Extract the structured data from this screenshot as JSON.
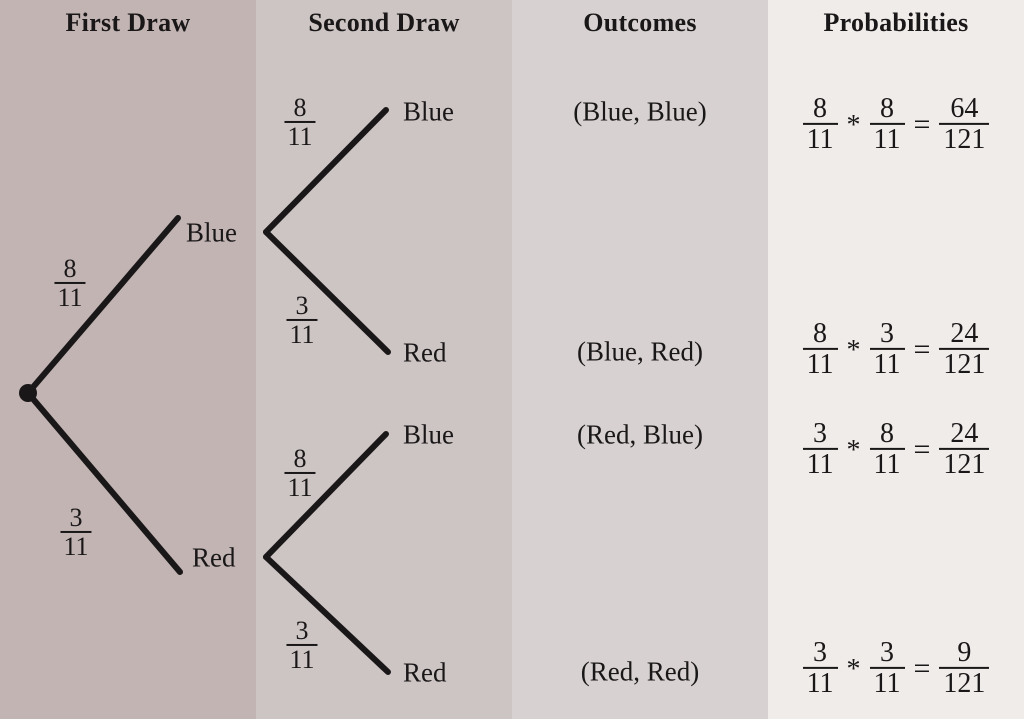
{
  "title": "Probability tree diagram for two draws with replacement",
  "columns": [
    {
      "key": "first-draw",
      "header": "First Draw",
      "background": "#c1b4b3"
    },
    {
      "key": "second-draw",
      "header": "Second Draw",
      "background": "#cdc5c4"
    },
    {
      "key": "outcomes",
      "header": "Outcomes",
      "background": "#d7d2d1"
    },
    {
      "key": "probabilities",
      "header": "Probabilities",
      "background": "#efecea"
    }
  ],
  "tree": {
    "root_label": "",
    "first_draw": {
      "branches": [
        {
          "label": "Blue",
          "probability": {
            "numerator": "8",
            "denominator": "11"
          }
        },
        {
          "label": "Red",
          "probability": {
            "numerator": "3",
            "denominator": "11"
          }
        }
      ]
    },
    "second_draw": {
      "branches": [
        {
          "label": "Blue",
          "probability": {
            "numerator": "8",
            "denominator": "11"
          }
        },
        {
          "label": "Red",
          "probability": {
            "numerator": "3",
            "denominator": "11"
          }
        },
        {
          "label": "Blue",
          "probability": {
            "numerator": "8",
            "denominator": "11"
          }
        },
        {
          "label": "Red",
          "probability": {
            "numerator": "3",
            "denominator": "11"
          }
        }
      ]
    }
  },
  "outcomes": [
    {
      "text": "(Blue, Blue)"
    },
    {
      "text": "(Blue, Red)"
    },
    {
      "text": "(Red, Blue)"
    },
    {
      "text": "(Red, Red)"
    }
  ],
  "probabilities": [
    {
      "first": {
        "numerator": "8",
        "denominator": "11"
      },
      "operator": "*",
      "second": {
        "numerator": "8",
        "denominator": "11"
      },
      "equals": "=",
      "result": {
        "numerator": "64",
        "denominator": "121"
      }
    },
    {
      "first": {
        "numerator": "8",
        "denominator": "11"
      },
      "operator": "*",
      "second": {
        "numerator": "3",
        "denominator": "11"
      },
      "equals": "=",
      "result": {
        "numerator": "24",
        "denominator": "121"
      }
    },
    {
      "first": {
        "numerator": "3",
        "denominator": "11"
      },
      "operator": "*",
      "second": {
        "numerator": "8",
        "denominator": "11"
      },
      "equals": "=",
      "result": {
        "numerator": "24",
        "denominator": "121"
      }
    },
    {
      "first": {
        "numerator": "3",
        "denominator": "11"
      },
      "operator": "*",
      "second": {
        "numerator": "3",
        "denominator": "11"
      },
      "equals": "=",
      "result": {
        "numerator": "9",
        "denominator": "121"
      }
    }
  ],
  "style": {
    "line_color": "#1a1718",
    "text_color": "#1a1718"
  },
  "chart_data": {
    "type": "diagram",
    "title": "Probability tree diagram",
    "stages": [
      "First Draw",
      "Second Draw"
    ],
    "paths": [
      {
        "first": "Blue",
        "p1": "8/11",
        "second": "Blue",
        "p2": "8/11",
        "outcome": "(Blue, Blue)",
        "probability": "64/121"
      },
      {
        "first": "Blue",
        "p1": "8/11",
        "second": "Red",
        "p2": "3/11",
        "outcome": "(Blue, Red)",
        "probability": "24/121"
      },
      {
        "first": "Red",
        "p1": "3/11",
        "second": "Blue",
        "p2": "8/11",
        "outcome": "(Red, Blue)",
        "probability": "24/121"
      },
      {
        "first": "Red",
        "p1": "3/11",
        "second": "Red",
        "p2": "3/11",
        "outcome": "(Red, Red)",
        "probability": "9/121"
      }
    ]
  }
}
